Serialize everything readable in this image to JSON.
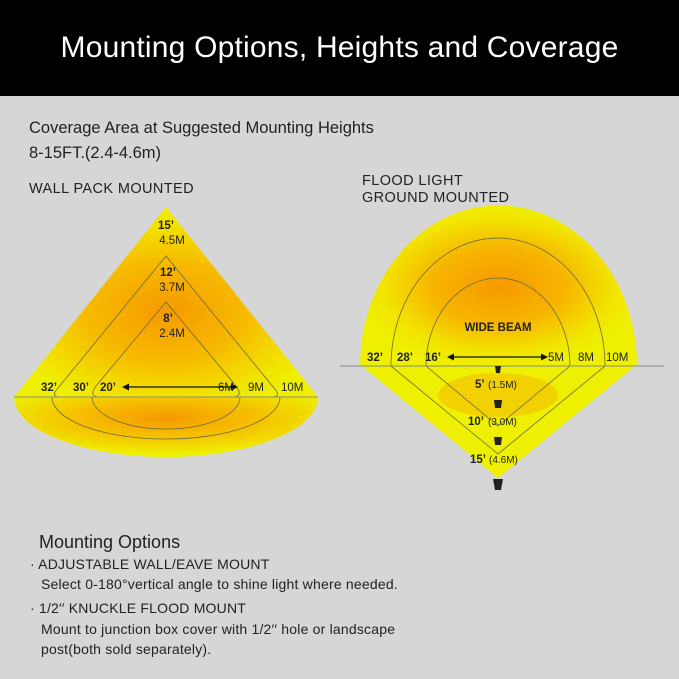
{
  "title": "Mounting Options, Heights and Coverage",
  "coverage_title": "Coverage Area at Suggested Mounting Heights",
  "coverage_range": "8-15FT.(2.4-4.6m)",
  "wall_pack": {
    "label": "WALL PACK MOUNTED",
    "heights": [
      {
        "ft": "15’",
        "m": "4.5M"
      },
      {
        "ft": "12’",
        "m": "3.7M"
      },
      {
        "ft": "8’",
        "m": "2.4M"
      }
    ],
    "widths_ft": [
      "32’",
      "30’",
      "20’"
    ],
    "widths_m": [
      "6M",
      "9M",
      "10M"
    ]
  },
  "flood_light": {
    "label_line1": "FLOOD LIGHT",
    "label_line2": "GROUND MOUNTED",
    "beam_label": "WIDE BEAM",
    "widths_ft": [
      "32’",
      "28’",
      "16’"
    ],
    "widths_m": [
      "5M",
      "8M",
      "10M"
    ],
    "distances": [
      {
        "ft": "5’",
        "m": "(1.5M)"
      },
      {
        "ft": "10’",
        "m": "(3.0M)"
      },
      {
        "ft": "15’",
        "m": "(4.6M)"
      }
    ]
  },
  "mounting": {
    "title": "Mounting Options",
    "option1_title": "· ADJUSTABLE WALL/EAVE MOUNT",
    "option1_desc": "Select 0-180°vertical angle to shine light where needed.",
    "option2_title": "· 1/2′′ KNUCKLE FLOOD MOUNT",
    "option2_desc_line1": "Mount to junction box cover with 1/2′′ hole or landscape",
    "option2_desc_line2": "post(both sold separately)."
  },
  "colors": {
    "header_bg": "#000000",
    "page_bg": "#d6d6d6",
    "beam_yellow": "#f0f000",
    "beam_orange": "#f7a500"
  }
}
